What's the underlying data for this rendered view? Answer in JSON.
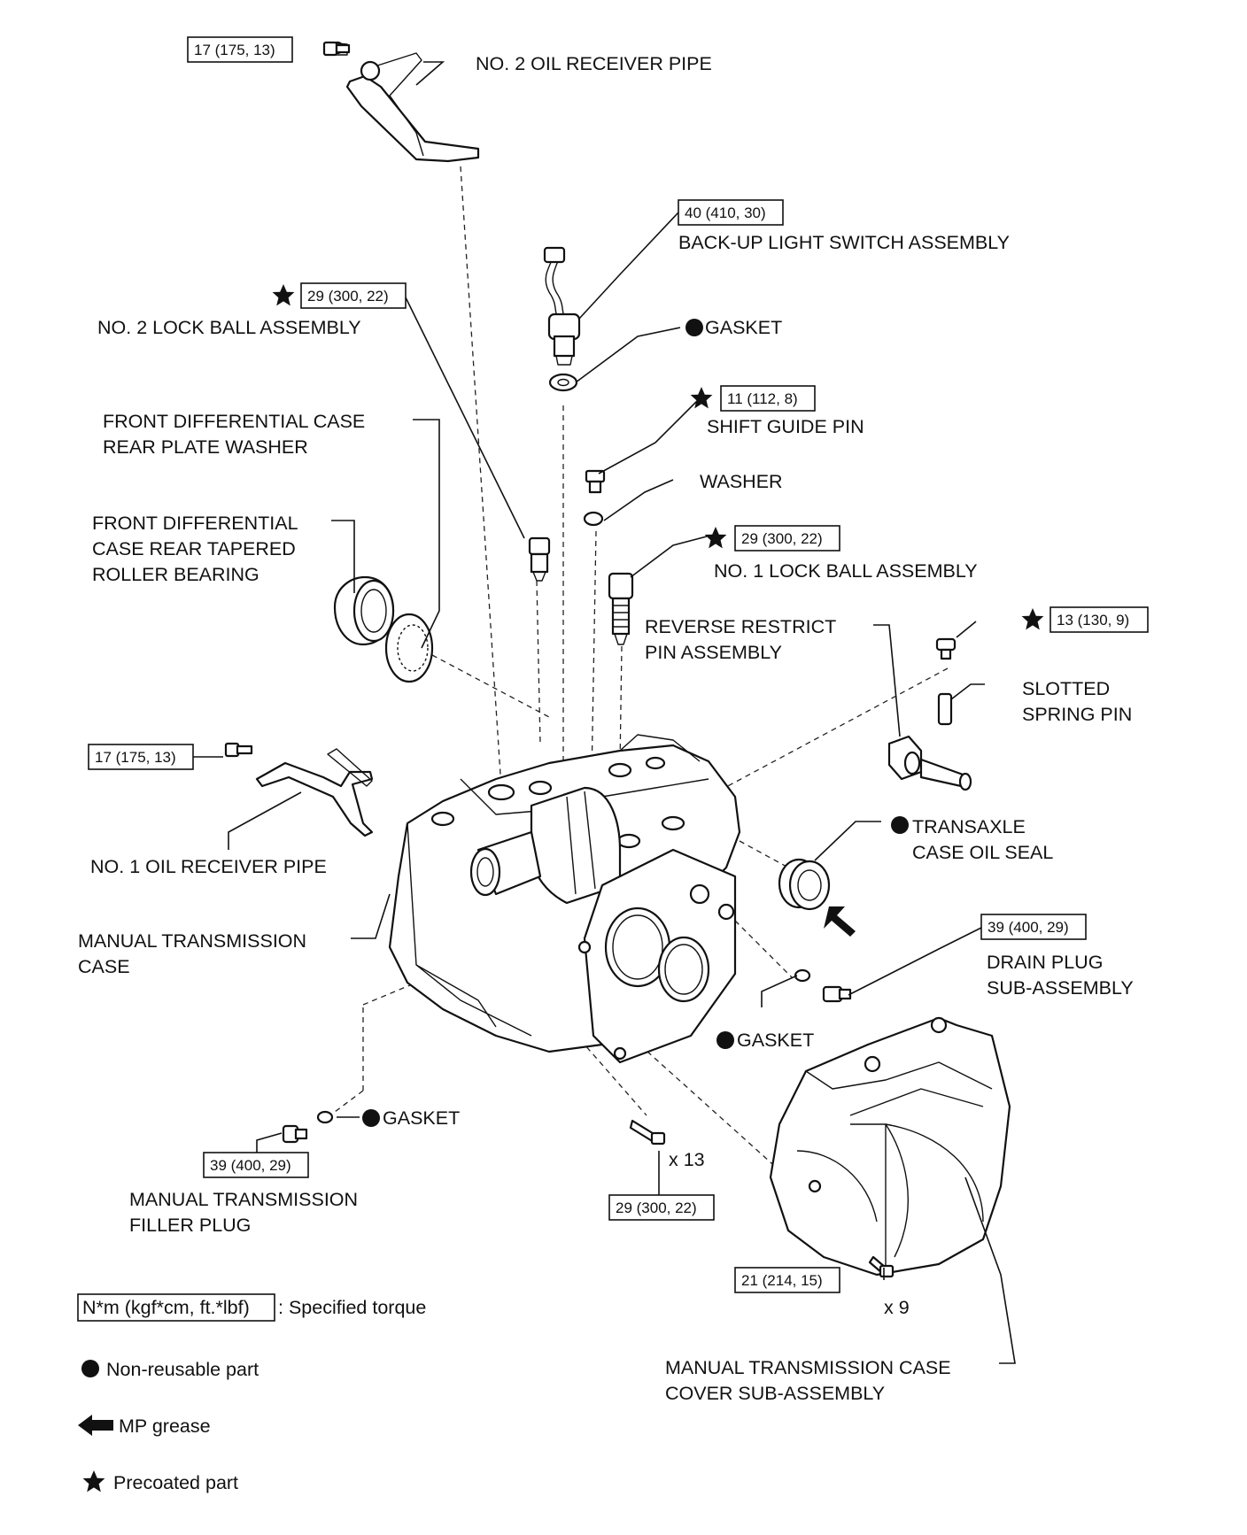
{
  "labels": {
    "no2_oil_receiver_pipe": "NO. 2 OIL RECEIVER PIPE",
    "backup_light_switch_assembly": "BACK-UP LIGHT SWITCH ASSEMBLY",
    "no2_lock_ball_assembly": "NO. 2 LOCK BALL ASSEMBLY",
    "gasket_top": "GASKET",
    "front_diff_case_rear_plate_washer": [
      "FRONT DIFFERENTIAL CASE",
      "REAR PLATE WASHER"
    ],
    "shift_guide_pin": "SHIFT GUIDE PIN",
    "washer": "WASHER",
    "front_diff_case_rear_tapered_roller_bearing": [
      "FRONT DIFFERENTIAL",
      "CASE REAR TAPERED",
      "ROLLER BEARING"
    ],
    "no1_lock_ball_assembly": "NO. 1 LOCK BALL ASSEMBLY",
    "reverse_restrict_pin_assembly": [
      "REVERSE RESTRICT",
      "PIN ASSEMBLY"
    ],
    "slotted_spring_pin": [
      "SLOTTED",
      "SPRING PIN"
    ],
    "no1_oil_receiver_pipe": "NO. 1 OIL RECEIVER PIPE",
    "transaxle_case_oil_seal": [
      "TRANSAXLE",
      "CASE OIL SEAL"
    ],
    "manual_transmission_case": [
      "MANUAL TRANSMISSION",
      "CASE"
    ],
    "drain_plug_sub_assembly": [
      "DRAIN PLUG",
      "SUB-ASSEMBLY"
    ],
    "gasket_drain": "GASKET",
    "gasket_filler": "GASKET",
    "manual_transmission_filler_plug": [
      "MANUAL TRANSMISSION",
      "FILLER PLUG"
    ],
    "bolt_qty_13": "x 13",
    "bolt_qty_9": "x 9",
    "manual_transmission_case_cover": [
      "MANUAL TRANSMISSION CASE",
      "COVER SUB-ASSEMBLY"
    ]
  },
  "torques": {
    "no2_oil_receiver_pipe": "17 (175, 13)",
    "backup_light_switch": "40 (410, 30)",
    "no2_lock_ball": "29 (300, 22)",
    "shift_guide_pin": "11 (112, 8)",
    "no1_lock_ball": "29 (300, 22)",
    "reverse_restrict_pin": "13 (130, 9)",
    "no1_oil_receiver_pipe": "17 (175, 13)",
    "drain_plug": "39 (400, 29)",
    "filler_plug": "39 (400, 29)",
    "case_bolts": "29 (300, 22)",
    "cover_bolts": "21 (214, 15)"
  },
  "legend": {
    "torque_box": "N*m (kgf*cm, ft.*lbf)",
    "torque_text": ": Specified torque",
    "non_reusable": "Non-reusable part",
    "mp_grease": "MP grease",
    "precoated": "Precoated part"
  },
  "icons": {
    "non_reusable": "filled-circle-icon",
    "mp_grease": "arrow-left-icon",
    "precoated": "star-icon"
  }
}
